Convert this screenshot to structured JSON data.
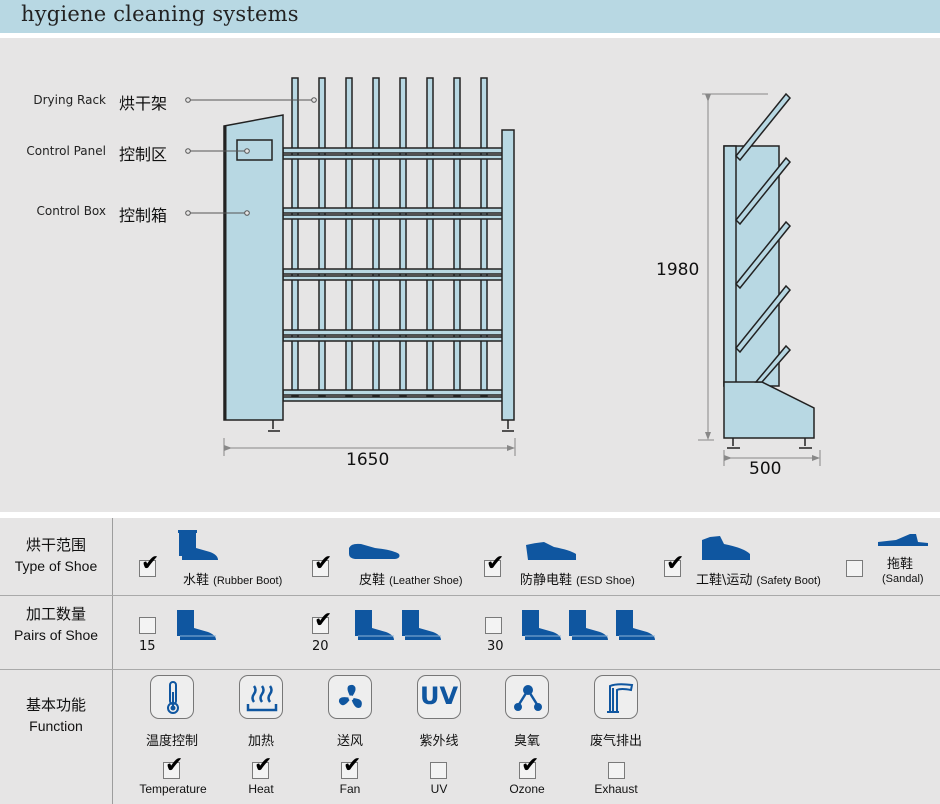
{
  "header": {
    "title": "hygiene cleaning systems"
  },
  "colors": {
    "accent_blue": "#0f56a0",
    "panel_light_blue": "#b8d8e3",
    "background_gray": "#e6e5e5"
  },
  "drawing": {
    "callouts": [
      {
        "en": "Drying Rack",
        "cn": "烘干架"
      },
      {
        "en": "Control Panel",
        "cn": "控制区"
      },
      {
        "en": "Control Box",
        "cn": "控制箱"
      }
    ],
    "dimensions": {
      "width": "1650",
      "height": "1980",
      "depth": "500"
    }
  },
  "spec_table": {
    "type_of_shoe": {
      "label_cn": "烘干范围",
      "label_en": "Type of Shoe",
      "options": [
        {
          "cn": "水鞋",
          "en": "(Rubber Boot)",
          "checked": true,
          "icon": "rubber-boot-icon"
        },
        {
          "cn": "皮鞋",
          "en": "(Leather Shoe)",
          "checked": true,
          "icon": "leather-shoe-icon"
        },
        {
          "cn": "防静电鞋",
          "en": "(ESD Shoe)",
          "checked": true,
          "icon": "esd-shoe-icon"
        },
        {
          "cn": "工鞋\\运动",
          "en": "(Safety Boot)",
          "checked": true,
          "icon": "safety-boot-icon"
        },
        {
          "cn": "拖鞋",
          "en": "(Sandal)",
          "checked": false,
          "icon": "sandal-icon"
        }
      ]
    },
    "pairs_of_shoe": {
      "label_cn": "加工数量",
      "label_en": "Pairs of Shoe",
      "options": [
        {
          "value": "15",
          "checked": false,
          "boots": 1
        },
        {
          "value": "20",
          "checked": true,
          "boots": 2
        },
        {
          "value": "30",
          "checked": false,
          "boots": 3
        }
      ]
    },
    "function": {
      "label_cn": "基本功能",
      "label_en": "Function",
      "options": [
        {
          "cn": "温度控制",
          "en": "Temperature",
          "checked": true,
          "icon": "thermometer-icon"
        },
        {
          "cn": "加热",
          "en": "Heat",
          "checked": true,
          "icon": "heat-icon"
        },
        {
          "cn": "送风",
          "en": "Fan",
          "checked": true,
          "icon": "fan-icon"
        },
        {
          "cn": "紫外线",
          "en": "UV",
          "checked": false,
          "icon": "uv-icon",
          "icon_text": "UV"
        },
        {
          "cn": "臭氧",
          "en": "Ozone",
          "checked": true,
          "icon": "ozone-icon"
        },
        {
          "cn": "废气排出",
          "en": "Exhaust",
          "checked": false,
          "icon": "exhaust-icon"
        }
      ]
    },
    "check_mark": "✔"
  }
}
